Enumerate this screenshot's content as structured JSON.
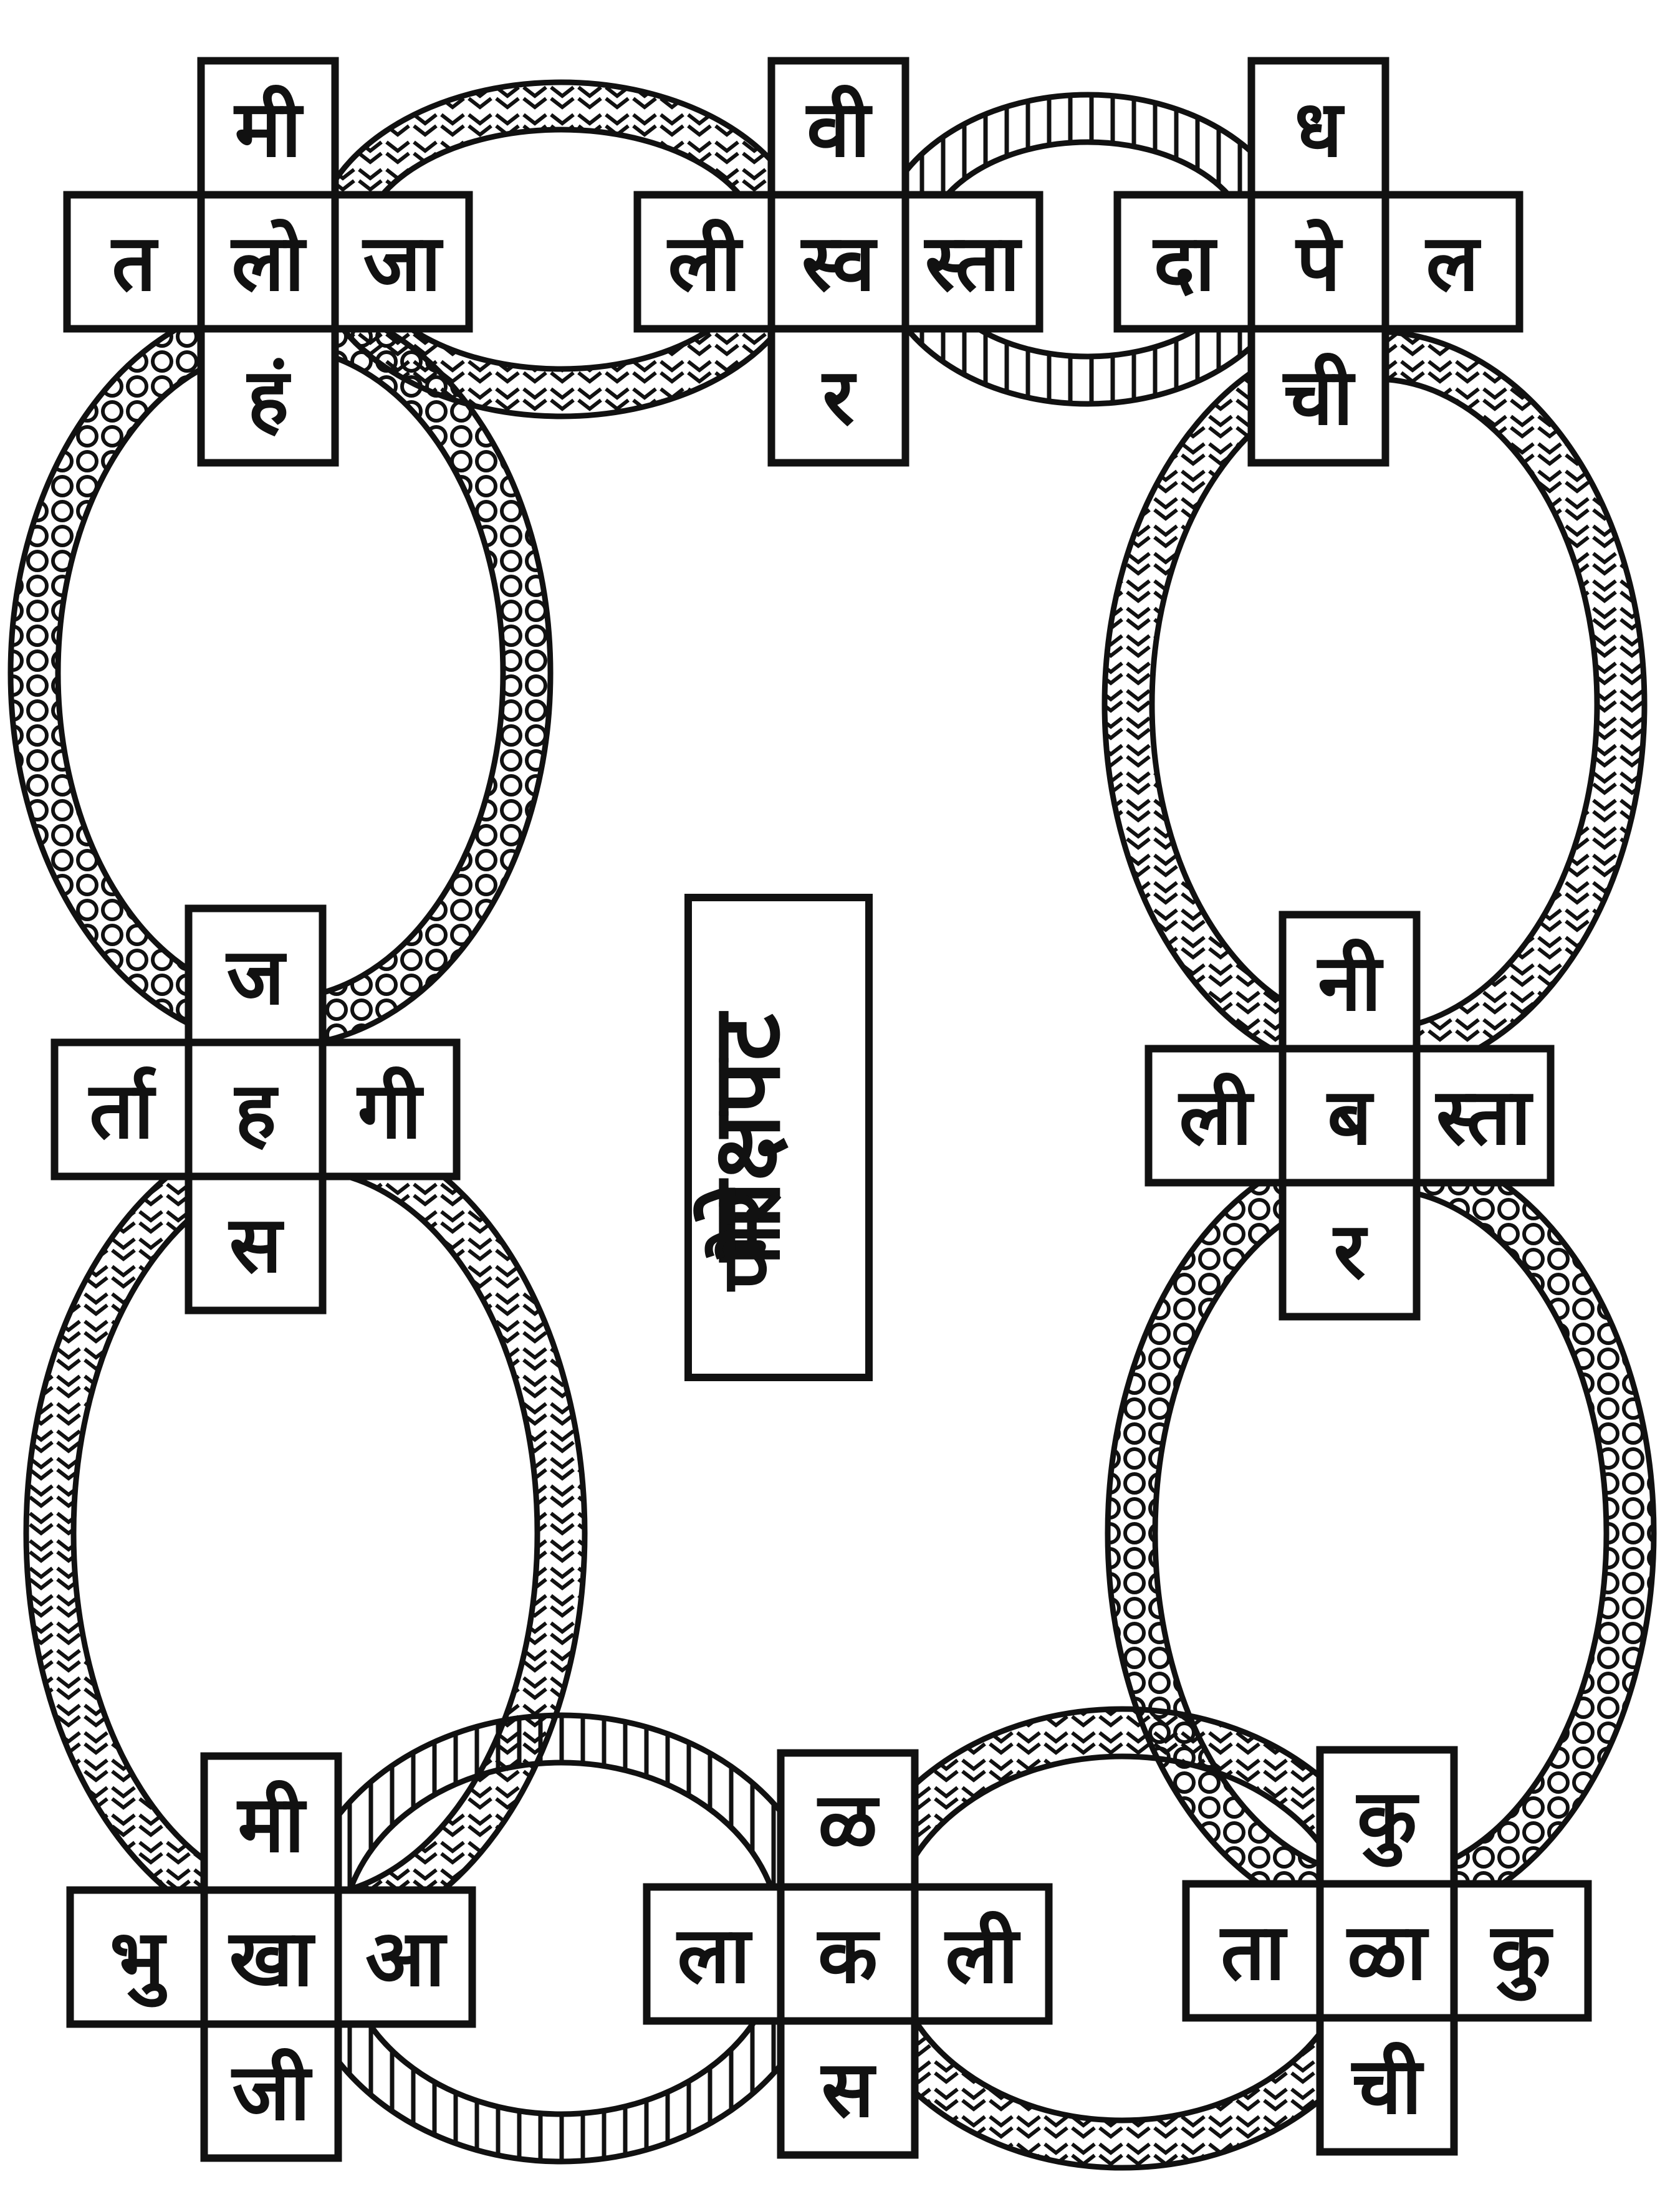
{
  "colors": {
    "ink": "#111111",
    "paper": "#ffffff"
  },
  "center_label": {
    "lines": [
      "मोक्षपट",
      "पौर"
    ]
  },
  "crosses": [
    {
      "id": "top-left",
      "top": "मी",
      "left": "त",
      "center": "लो",
      "right": "जा",
      "bottom": "हं"
    },
    {
      "id": "top-middle",
      "top": "वी",
      "left": "ली",
      "center": "स्व",
      "right": "स्ता",
      "bottom": "र"
    },
    {
      "id": "top-right",
      "top": "ध",
      "left": "दा",
      "center": "पे",
      "right": "ल",
      "bottom": "ची"
    },
    {
      "id": "middle-left",
      "top": "ज",
      "left": "र्ता",
      "center": "ह",
      "right": "गी",
      "bottom": "स"
    },
    {
      "id": "middle-right",
      "top": "नी",
      "left": "ली",
      "center": "ब",
      "right": "स्ता",
      "bottom": "र"
    },
    {
      "id": "bottom-left",
      "top": "मी",
      "left": "भु",
      "center": "खा",
      "right": "आ",
      "bottom": "जी"
    },
    {
      "id": "bottom-middle",
      "top": "ळ",
      "left": "ला",
      "center": "क",
      "right": "ली",
      "bottom": "स"
    },
    {
      "id": "bottom-right",
      "top": "कु",
      "left": "ता",
      "center": "ळा",
      "right": "कु",
      "bottom": "ची"
    }
  ]
}
